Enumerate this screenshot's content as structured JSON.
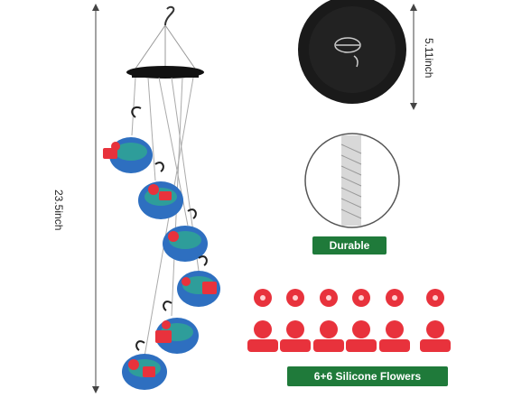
{
  "labels": {
    "height_main": "23.5inch",
    "height_top": "5.11inch",
    "durable": "Durable",
    "flowers": "6+6 Silicone Flowers"
  },
  "colors": {
    "badge_green": "#1f7a3a",
    "flower_red": "#e8323c",
    "glass_blue": "#2e6fc0",
    "glass_green": "#2fb08a"
  }
}
